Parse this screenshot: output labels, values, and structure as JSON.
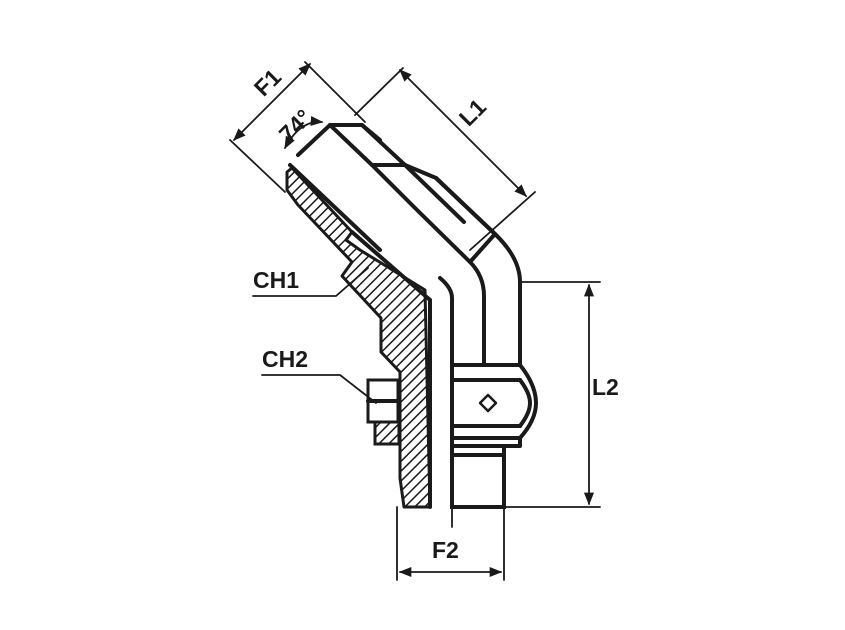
{
  "labels": {
    "f1": "F1",
    "angle": "74°",
    "l1": "L1",
    "ch1": "CH1",
    "ch2": "CH2",
    "l2": "L2",
    "f2": "F2"
  },
  "colors": {
    "ink": "#1a1a1a",
    "background": "#ffffff"
  }
}
